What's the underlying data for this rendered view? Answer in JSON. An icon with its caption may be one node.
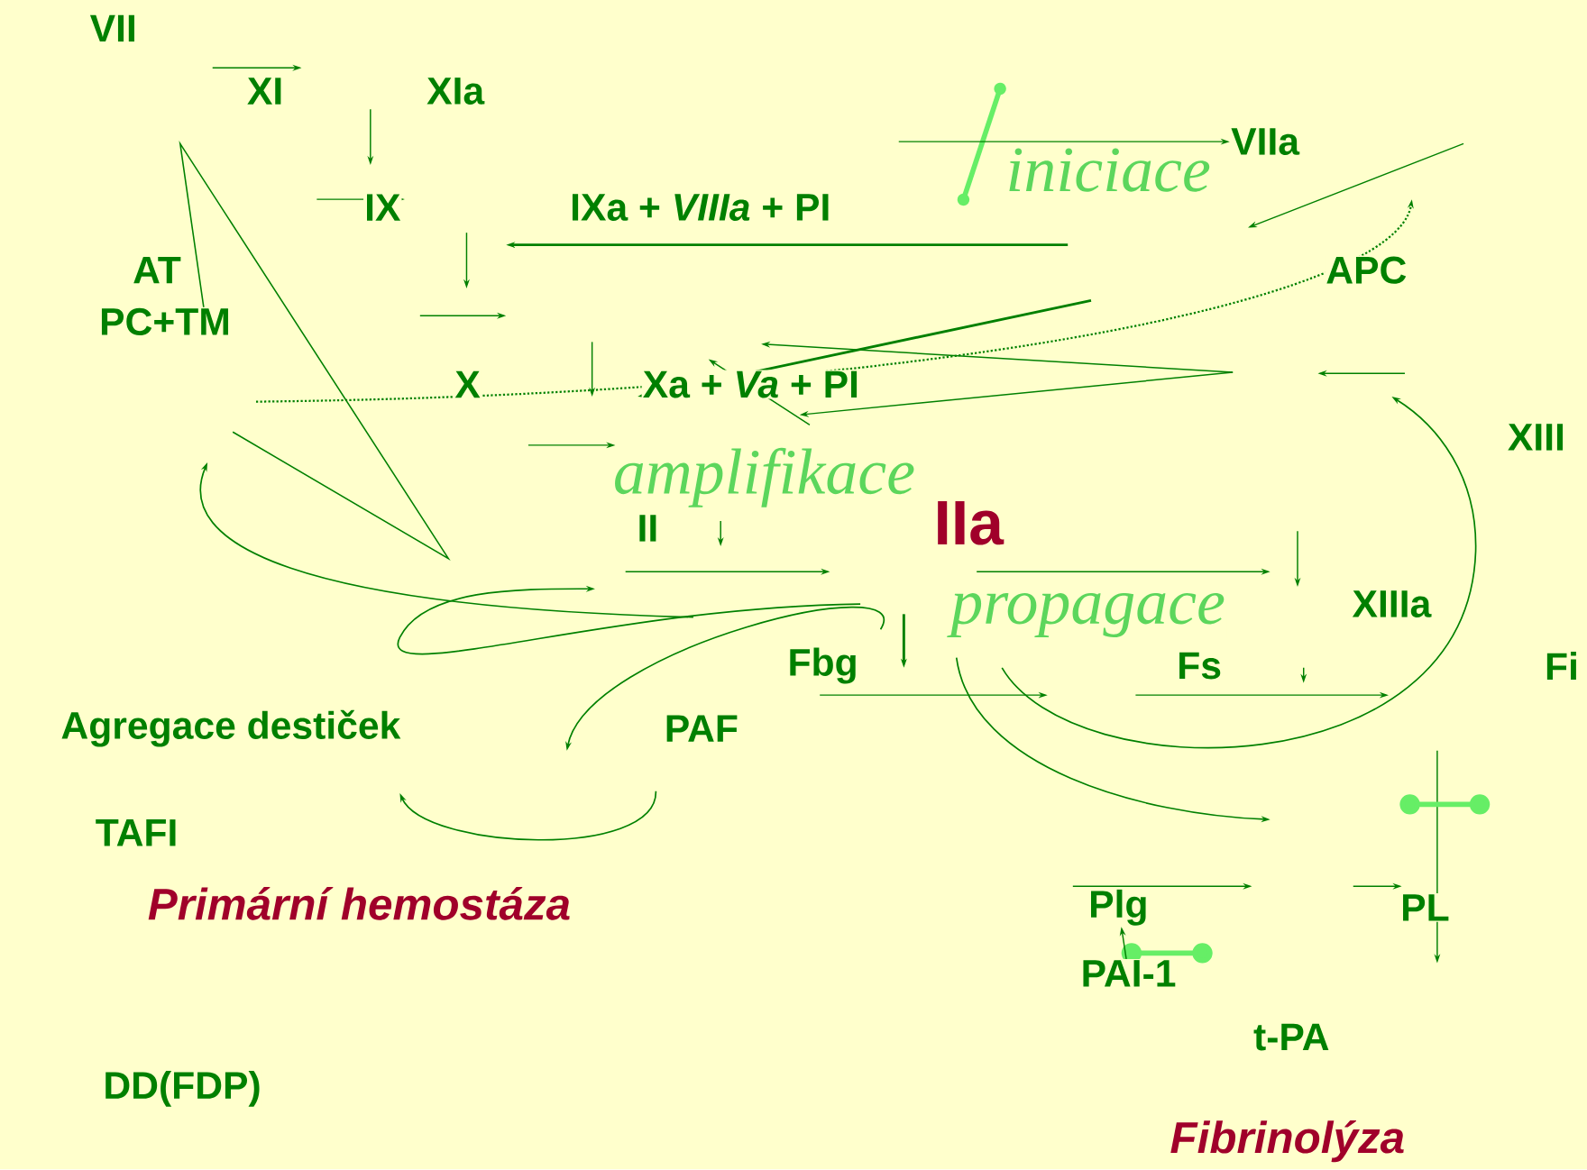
{
  "diagram": {
    "nodes": [
      {
        "text": [
          "VII"
        ]
      },
      {
        "text": [
          "XI"
        ]
      },
      {
        "text": [
          "XIa"
        ]
      },
      {
        "text": [
          "IX"
        ]
      },
      {
        "text": [
          "IXa + *VIIIa* + PI"
        ]
      },
      {
        "text": [
          "AT"
        ]
      },
      {
        "text": [
          "PC+TM"
        ]
      },
      {
        "text": [
          "X"
        ]
      },
      {
        "text": [
          "Xa + *Va* + PI"
        ]
      },
      {
        "text": [
          "VIIa"
        ]
      },
      {
        "text": [
          "APC"
        ]
      },
      {
        "text": [
          "XIII"
        ]
      },
      {
        "text": [
          "II"
        ]
      },
      {
        "text": [
          "IIa"
        ]
      },
      {
        "text": [
          "XIIIa"
        ]
      },
      {
        "text": [
          "Fbg"
        ]
      },
      {
        "text": [
          "Fs"
        ]
      },
      {
        "text": [
          "Fi"
        ]
      },
      {
        "text": [
          "Agregace destiček"
        ]
      },
      {
        "text": [
          "PAF"
        ]
      },
      {
        "text": [
          "TAFI"
        ]
      },
      {
        "text": [
          "Plg"
        ]
      },
      {
        "text": [
          "PL"
        ]
      },
      {
        "text": [
          "PAI-1"
        ]
      },
      {
        "text": [
          "t-PA"
        ]
      },
      {
        "text": [
          "DD(FDP)"
        ]
      }
    ],
    "edges": [
      {
        "from": null,
        "to": 9,
        "arrow": "to"
      },
      {
        "from": 23,
        "to": 21,
        "arrow": "to"
      }
    ],
    "labels": [
      "iniciace",
      "amplifikace",
      "propagace",
      "Primární hemostáza",
      "Fibrinolýza"
    ]
  }
}
